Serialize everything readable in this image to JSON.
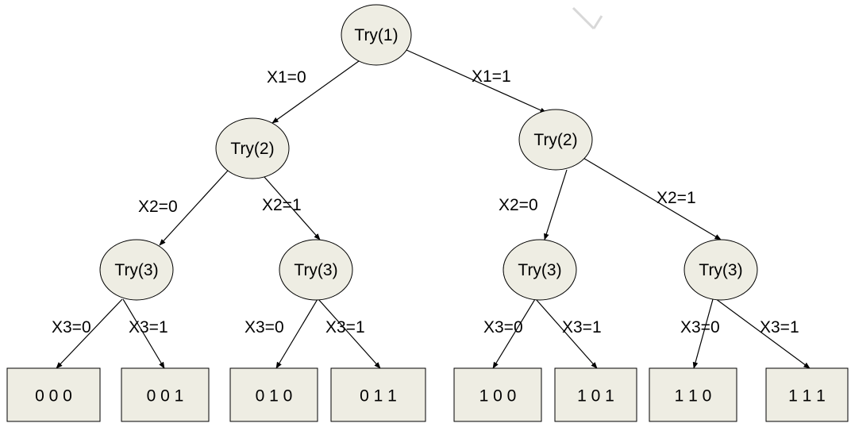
{
  "colors": {
    "node_fill": "#eeede3",
    "stroke": "#000000",
    "background": "#ffffff"
  },
  "nodes": [
    {
      "id": "root",
      "label": "Try(1)"
    },
    {
      "id": "L",
      "label": "Try(2)"
    },
    {
      "id": "R",
      "label": "Try(2)"
    },
    {
      "id": "LL",
      "label": "Try(3)"
    },
    {
      "id": "LR",
      "label": "Try(3)"
    },
    {
      "id": "RL",
      "label": "Try(3)"
    },
    {
      "id": "RR",
      "label": "Try(3)"
    }
  ],
  "edges": [
    {
      "from": "root",
      "to": "L",
      "label": "X1=0"
    },
    {
      "from": "root",
      "to": "R",
      "label": "X1=1"
    },
    {
      "from": "L",
      "to": "LL",
      "label": "X2=0"
    },
    {
      "from": "L",
      "to": "LR",
      "label": "X2=1"
    },
    {
      "from": "R",
      "to": "RL",
      "label": "X2=0"
    },
    {
      "from": "R",
      "to": "RR",
      "label": "X2=1"
    },
    {
      "from": "LL",
      "to": "b000",
      "label": "X3=0"
    },
    {
      "from": "LL",
      "to": "b001",
      "label": "X3=1"
    },
    {
      "from": "LR",
      "to": "b010",
      "label": "X3=0"
    },
    {
      "from": "LR",
      "to": "b011",
      "label": "X3=1"
    },
    {
      "from": "RL",
      "to": "b100",
      "label": "X3=0"
    },
    {
      "from": "RL",
      "to": "b101",
      "label": "X3=1"
    },
    {
      "from": "RR",
      "to": "b110",
      "label": "X3=0"
    },
    {
      "from": "RR",
      "to": "b111",
      "label": "X3=1"
    }
  ],
  "leaves": [
    {
      "id": "b000",
      "label": "0 0 0"
    },
    {
      "id": "b001",
      "label": "0 0 1"
    },
    {
      "id": "b010",
      "label": "0 1 0"
    },
    {
      "id": "b011",
      "label": "0 1 1"
    },
    {
      "id": "b100",
      "label": "1 0 0"
    },
    {
      "id": "b101",
      "label": "1 0 1"
    },
    {
      "id": "b110",
      "label": "1 1 0"
    },
    {
      "id": "b111",
      "label": "1 1 1"
    }
  ]
}
